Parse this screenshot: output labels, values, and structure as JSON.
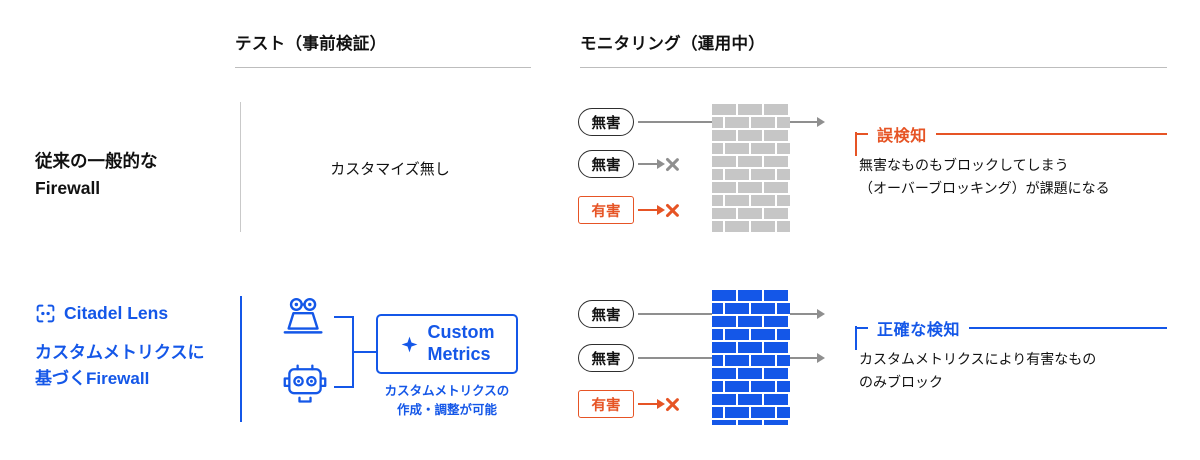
{
  "colors": {
    "orange": "#e65425",
    "blue": "#1457e8",
    "gray_brick": "#c6c6c6",
    "arrow_gray": "#8f8f8f"
  },
  "columns": {
    "test": "テスト（事前検証）",
    "monitoring": "モニタリング（運用中）"
  },
  "row_traditional": {
    "label_line1": "従来の一般的な",
    "label_line2": "Firewall",
    "test_note": "カスタマイズ無し",
    "pill1": "無害",
    "pill2": "無害",
    "pill3": "有害",
    "callout_title": "誤検知",
    "callout_line1": "無害なものもブロックしてしまう",
    "callout_line2": "（オーバーブロッキング）が課題になる"
  },
  "row_citadel": {
    "brand": "Citadel Lens",
    "label_line1": "カスタムメトリクスに",
    "label_line2": "基づくFirewall",
    "metrics_box_line1": "Custom",
    "metrics_box_line2": "Metrics",
    "metrics_note_line1": "カスタムメトリクスの",
    "metrics_note_line2": "作成・調整が可能",
    "pill1": "無害",
    "pill2": "無害",
    "pill3": "有害",
    "callout_title": "正確な検知",
    "callout_line1": "カスタムメトリクスにより有害なもの",
    "callout_line2": "のみブロック"
  }
}
